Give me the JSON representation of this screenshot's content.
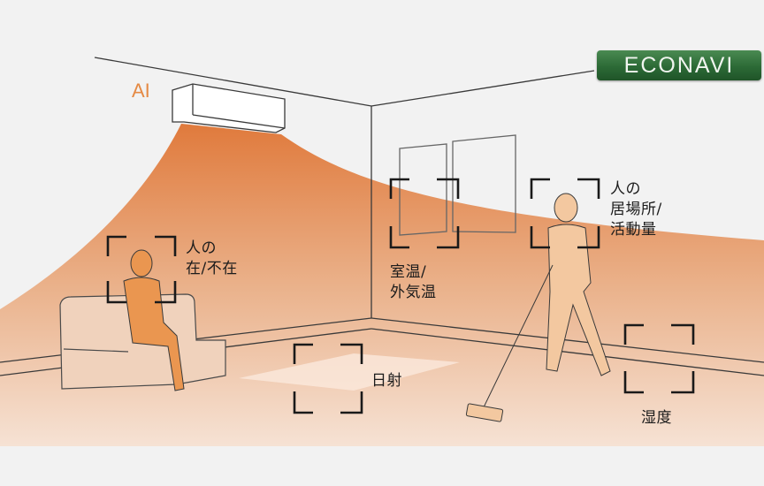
{
  "title": "ECONAVI AI sensing diagram",
  "logo": {
    "text": "ECONAVI",
    "color": "#2c6a36"
  },
  "ai_label": {
    "text": "AI",
    "color": "#e58a44"
  },
  "colors": {
    "airflow": "#e8935a",
    "floor": "#f3d6bf",
    "background": "#f2f2f2",
    "line": "#3a3a3a"
  },
  "sensors": [
    {
      "id": "presence",
      "text": "人の\n在/不在"
    },
    {
      "id": "temperature",
      "text": "室温/\n外気温"
    },
    {
      "id": "location-activity",
      "text": "人の\n居場所/\n活動量"
    },
    {
      "id": "sunlight",
      "text": "日射"
    },
    {
      "id": "humidity",
      "text": "湿度"
    }
  ]
}
